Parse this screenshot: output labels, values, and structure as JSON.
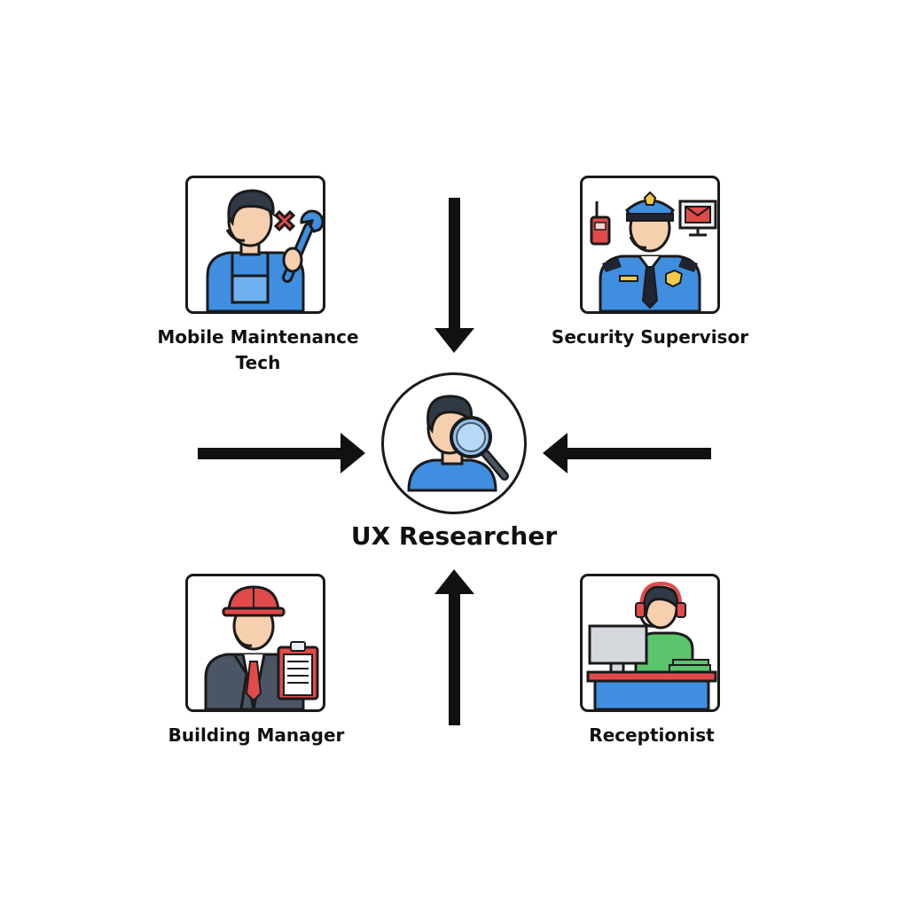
{
  "center": {
    "title": "UX Researcher",
    "icon": "researcher-magnifier-icon"
  },
  "personas": [
    {
      "label": "Mobile Maintenance\nTech",
      "icon": "maintenance-tech-wrench-icon"
    },
    {
      "label": "Security Supervisor",
      "icon": "security-officer-icon"
    },
    {
      "label": "Building Manager",
      "icon": "building-manager-clipboard-icon"
    },
    {
      "label": "Receptionist",
      "icon": "receptionist-headset-icon"
    }
  ],
  "arrow_direction": "inward to UX Researcher",
  "colors": {
    "outline": "#1a1a1a",
    "shirt_blue": "#3f8ee0",
    "accent_red": "#e24a4a",
    "skin": "#f6cfae",
    "hair": "#2f3a45",
    "receptionist_green": "#5cc46a",
    "suit_gray": "#4b5563"
  }
}
